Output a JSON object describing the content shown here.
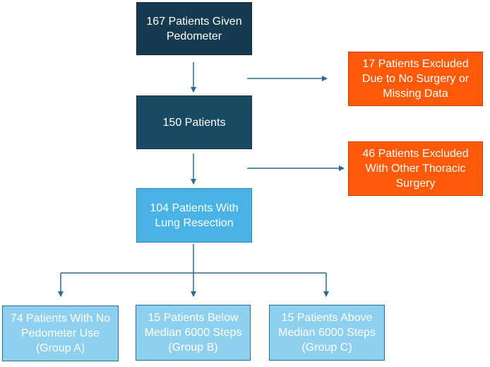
{
  "colors": {
    "dark_box": "#163a4f",
    "mid_box": "#1a4a63",
    "blue_box": "#4ab3e6",
    "excluded_box": "#ff5a0a",
    "group_box": "#8fd0ef",
    "arrow": "#2a6a8e"
  },
  "boxes": {
    "start": "167 Patients Given\nPedometer",
    "step2": "150 Patients",
    "step3": "104 Patients With\nLung Resection",
    "excluded1": "17 Patients Excluded\nDue to No Surgery or\nMissing Data",
    "excluded2": "46 Patients Excluded\nWith Other Thoracic\nSurgery",
    "group_a": "74 Patients With No\nPedometer Use\n(Group A)",
    "group_b": "15 Patients Below\nMedian 6000 Steps\n(Group B)",
    "group_c": "15 Patients Above\nMedian 6000 Steps\n(Group C)"
  }
}
